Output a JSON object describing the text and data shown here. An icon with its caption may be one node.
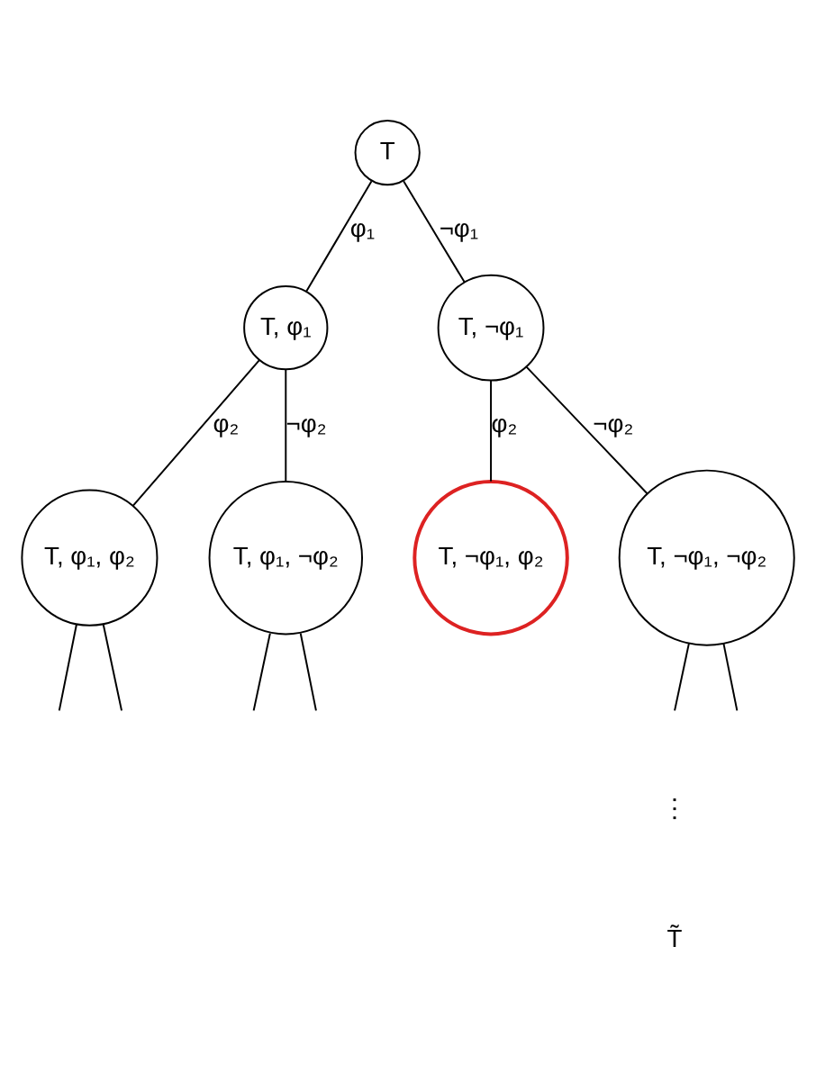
{
  "diagram": {
    "nodes": [
      {
        "text": [
          "T"
        ]
      },
      {
        "text": [
          "T, φ₁"
        ]
      },
      {
        "text": [
          "T, ¬φ₁"
        ]
      },
      {
        "text": [
          "T, φ₁, φ₂"
        ]
      },
      {
        "text": [
          "T, φ₁, ¬φ₂"
        ]
      },
      {
        "text": [
          "T, ¬φ₁, φ₂"
        ]
      },
      {
        "text": [
          "T, ¬φ₁, ¬φ₂"
        ]
      }
    ],
    "edges": [
      {
        "from": 0,
        "to": 1,
        "arrow": "none",
        "label": "φ₁"
      },
      {
        "from": 0,
        "to": 2,
        "arrow": "none",
        "label": "¬φ₁"
      },
      {
        "from": 1,
        "to": 3,
        "arrow": "none",
        "label": "φ₂"
      },
      {
        "from": 1,
        "to": 4,
        "arrow": "none",
        "label": "¬φ₂"
      },
      {
        "from": 2,
        "to": 5,
        "arrow": "none",
        "label": "φ₂"
      },
      {
        "from": 2,
        "to": 6,
        "arrow": "none",
        "label": "¬φ₂"
      },
      {
        "from": 3,
        "to": null,
        "arrow": "none"
      },
      {
        "from": 3,
        "to": null,
        "arrow": "none"
      },
      {
        "from": 4,
        "to": null,
        "arrow": "none"
      },
      {
        "from": 4,
        "to": null,
        "arrow": "none"
      },
      {
        "from": 6,
        "to": null,
        "arrow": "none"
      },
      {
        "from": 6,
        "to": null,
        "arrow": "none"
      }
    ],
    "labels": [
      "⋮",
      "T̃"
    ]
  }
}
